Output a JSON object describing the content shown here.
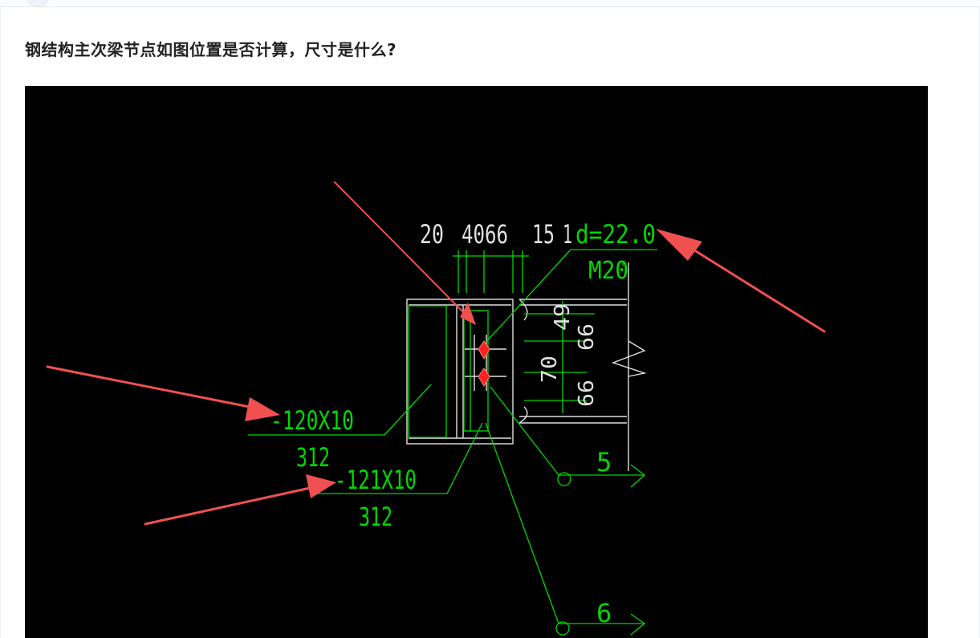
{
  "question": {
    "title": "钢结构主次梁节点如图位置是否计算，尺寸是什么?"
  },
  "drawing": {
    "top_dims": [
      "20",
      "4066",
      "15",
      "1"
    ],
    "hole_note": "d=22.0",
    "bolt_spec": "M20",
    "vertical_dims": [
      "49",
      "66",
      "70",
      "66"
    ],
    "plate_1": {
      "size": "-120X10",
      "length": "312"
    },
    "plate_2": {
      "size": "-121X10",
      "length": "312"
    },
    "section_marks": [
      "5",
      "6"
    ],
    "colors": {
      "background": "#000000",
      "line_green": "#00d800",
      "line_white": "#e0e0e0",
      "annotation_red": "#f05050"
    }
  }
}
